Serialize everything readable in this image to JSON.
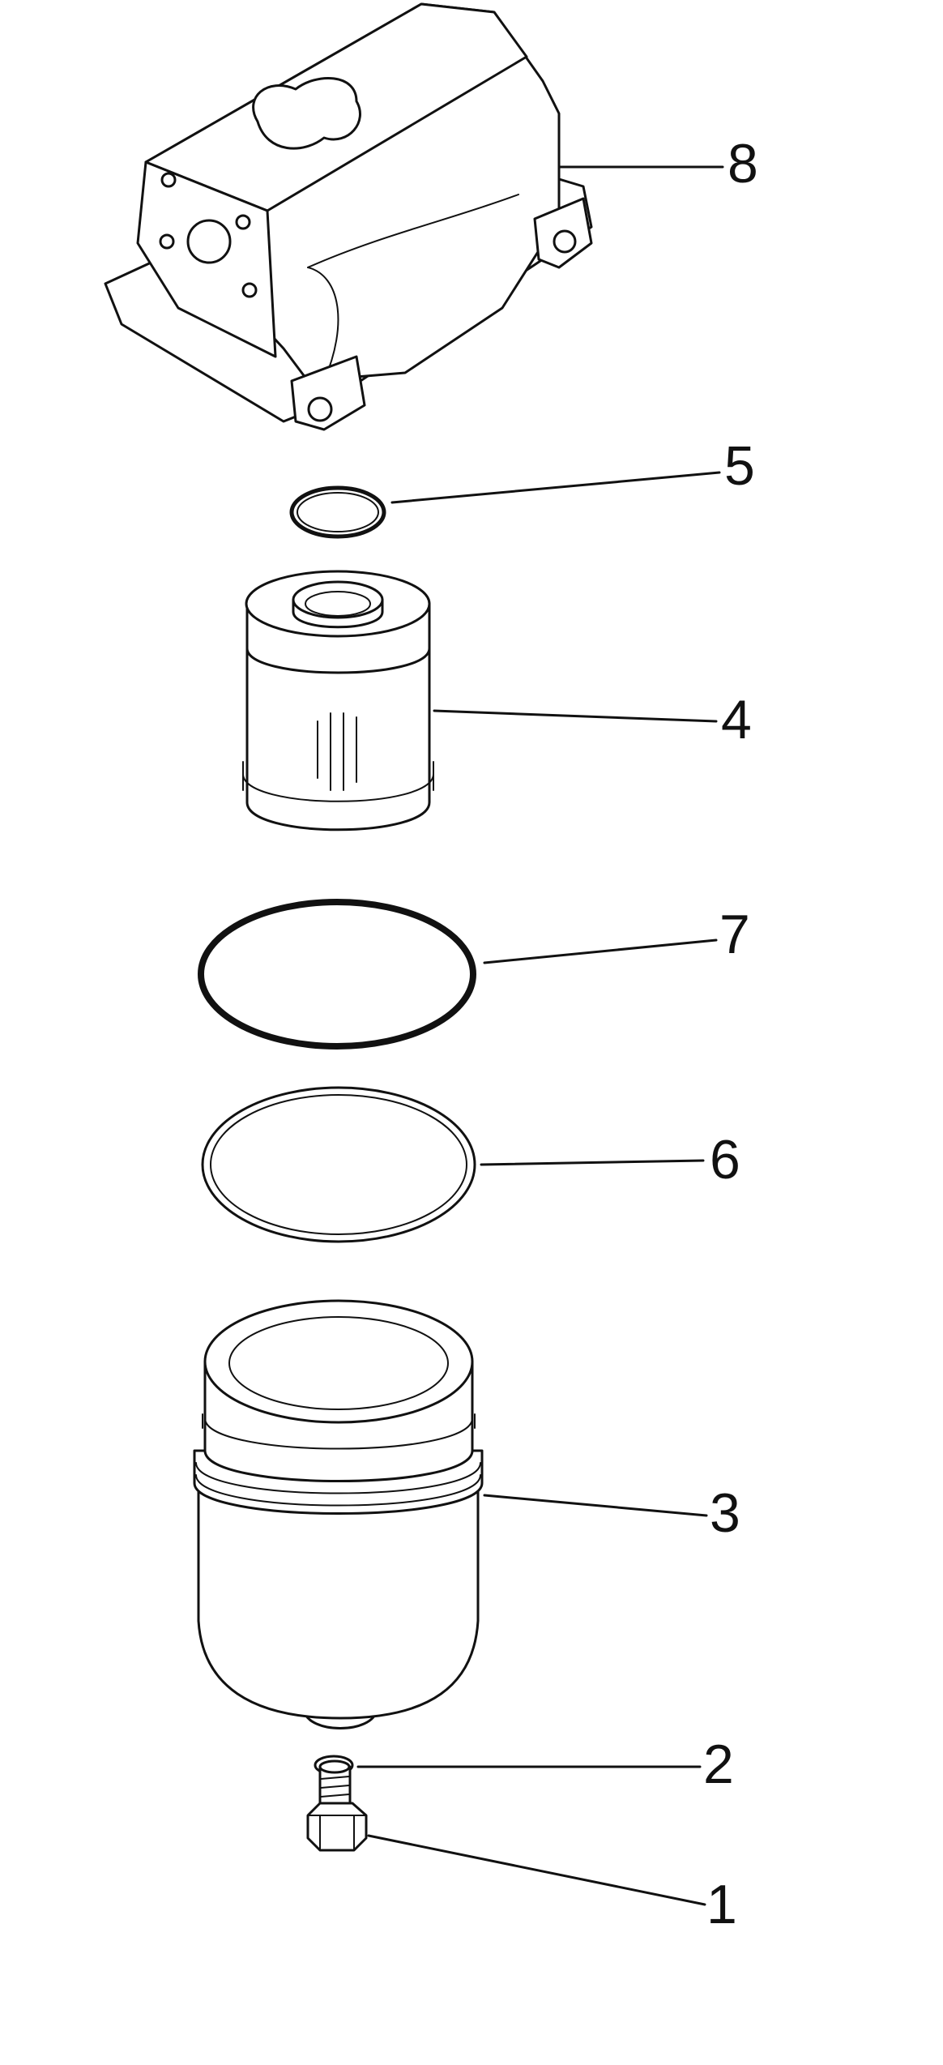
{
  "diagram": {
    "type": "exploded-parts-view",
    "callouts": [
      {
        "id": "8",
        "label": "8"
      },
      {
        "id": "5",
        "label": "5"
      },
      {
        "id": "4",
        "label": "4"
      },
      {
        "id": "7",
        "label": "7"
      },
      {
        "id": "6",
        "label": "6"
      },
      {
        "id": "3",
        "label": "3"
      },
      {
        "id": "2",
        "label": "2"
      },
      {
        "id": "1",
        "label": "1"
      }
    ]
  },
  "colors": {
    "line": "#111111",
    "background": "#ffffff"
  }
}
